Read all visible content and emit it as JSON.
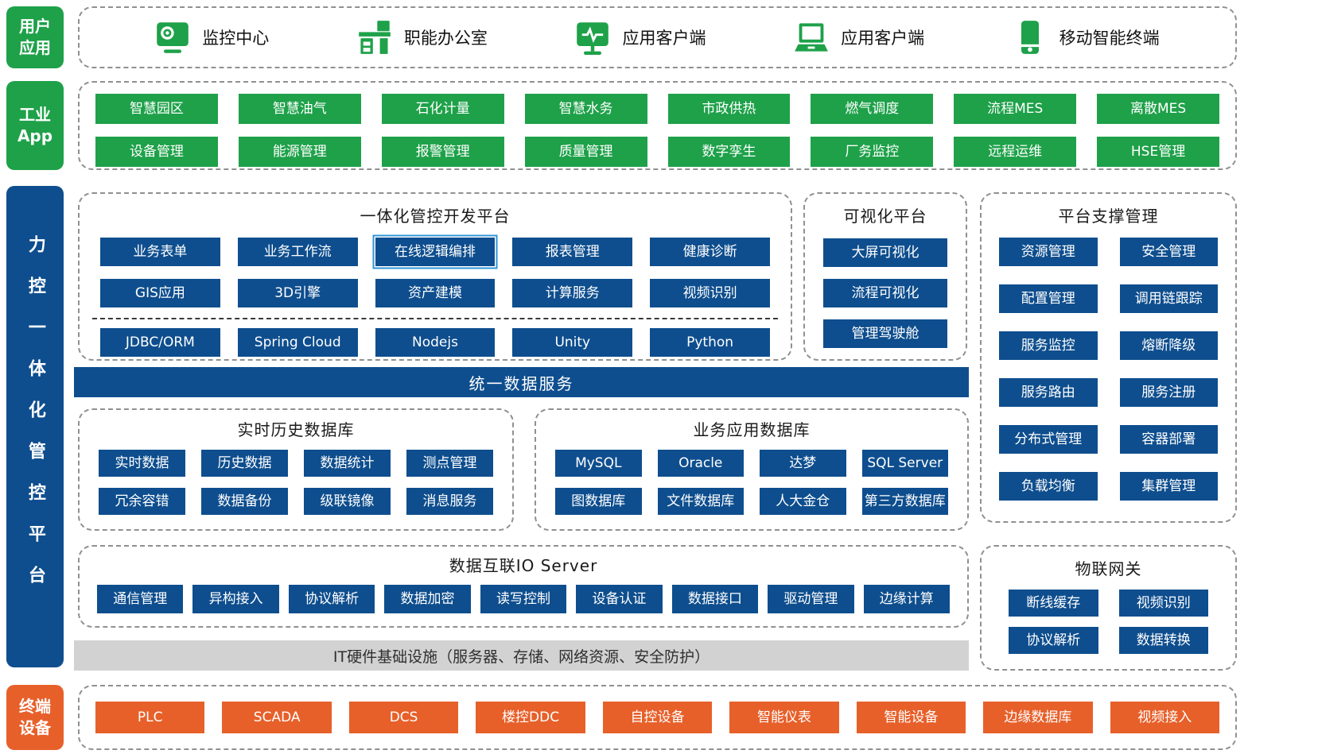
{
  "colors": {
    "green": "#1EA149",
    "blue": "#0E4E8E",
    "orange": "#E7602A",
    "gray_bar": "#D2D2D2",
    "highlight_border": "#2E96D5",
    "dashed_border": "#909090"
  },
  "left_rail": {
    "user_apps": "用户\n应用",
    "industry_app": "工业\nApp",
    "platform": "力控一体化管控平台",
    "terminal_devices": "终端\n设备"
  },
  "user_apps": {
    "items": [
      {
        "icon": "monitor-camera-icon",
        "label": "监控中心"
      },
      {
        "icon": "office-desk-icon",
        "label": "职能办公室"
      },
      {
        "icon": "monitor-pulse-icon",
        "label": "应用客户端"
      },
      {
        "icon": "laptop-icon",
        "label": "应用客户端"
      },
      {
        "icon": "smartphone-icon",
        "label": "移动智能终端"
      }
    ]
  },
  "industry_apps": {
    "items": [
      "智慧园区",
      "智慧油气",
      "石化计量",
      "智慧水务",
      "市政供热",
      "燃气调度",
      "流程MES",
      "离散MES",
      "设备管理",
      "能源管理",
      "报警管理",
      "质量管理",
      "数字孪生",
      "厂务监控",
      "远程运维",
      "HSE管理"
    ]
  },
  "dev_platform": {
    "title": "一体化管控开发平台",
    "rows": [
      [
        "业务表单",
        "业务工作流",
        "在线逻辑编排",
        "报表管理",
        "健康诊断"
      ],
      [
        "GIS应用",
        "3D引擎",
        "资产建模",
        "计算服务",
        "视频识别"
      ],
      [
        "JDBC/ORM",
        "Spring Cloud",
        "Nodejs",
        "Unity",
        "Python"
      ]
    ]
  },
  "visual_platform": {
    "title": "可视化平台",
    "items": [
      "大屏可视化",
      "流程可视化",
      "管理驾驶舱"
    ]
  },
  "support_platform": {
    "title": "平台支撑管理",
    "items": [
      "资源管理",
      "安全管理",
      "配置管理",
      "调用链跟踪",
      "服务监控",
      "熔断降级",
      "服务路由",
      "服务注册",
      "分布式管理",
      "容器部署",
      "负载均衡",
      "集群管理"
    ]
  },
  "data_service_banner": "统一数据服务",
  "realtime_db": {
    "title": "实时历史数据库",
    "items": [
      "实时数据",
      "历史数据",
      "数据统计",
      "测点管理",
      "冗余容错",
      "数据备份",
      "级联镜像",
      "消息服务"
    ]
  },
  "business_db": {
    "title": "业务应用数据库",
    "items": [
      "MySQL",
      "Oracle",
      "达梦",
      "SQL Server",
      "图数据库",
      "文件数据库",
      "人大金仓",
      "第三方数据库"
    ]
  },
  "io_server": {
    "title": "数据互联IO Server",
    "items": [
      "通信管理",
      "异构接入",
      "协议解析",
      "数据加密",
      "读写控制",
      "设备认证",
      "数据接口",
      "驱动管理",
      "边缘计算"
    ]
  },
  "iot_gateway": {
    "title": "物联网关",
    "items": [
      "断线缓存",
      "视频识别",
      "协议解析",
      "数据转换"
    ]
  },
  "it_infrastructure": "IT硬件基础设施（服务器、存储、网络资源、安全防护）",
  "terminal_devices": {
    "items": [
      "PLC",
      "SCADA",
      "DCS",
      "楼控DDC",
      "自控设备",
      "智能仪表",
      "智能设备",
      "边缘数据库",
      "视频接入"
    ]
  }
}
